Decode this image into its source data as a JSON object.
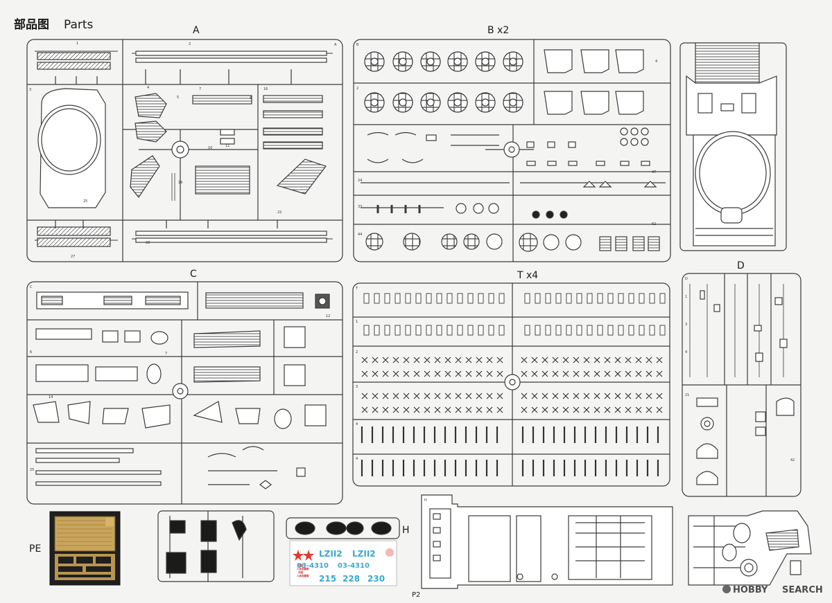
{
  "page": {
    "title_cn": "部品图",
    "title_en": "Parts",
    "page_number": "P2"
  },
  "sprues": [
    {
      "id": "A",
      "label": "A"
    },
    {
      "id": "B",
      "label": "B x2"
    },
    {
      "id": "C",
      "label": "C"
    },
    {
      "id": "T",
      "label": "T x4"
    },
    {
      "id": "D",
      "label": "D"
    },
    {
      "id": "PE",
      "label": "PE"
    },
    {
      "id": "H",
      "label": "H"
    }
  ],
  "decals": {
    "lines": [
      "LZII2",
      "LZII2",
      "03-4310",
      "03-4310"
    ],
    "small_text": [
      "中国",
      "人民志願軍",
      "中国",
      "人民志願軍"
    ],
    "numbers": [
      "215",
      "228",
      "230"
    ],
    "colors": {
      "star": "#e23a2e",
      "text": "#39a9cf",
      "background": "#ffffff"
    }
  },
  "watermark": {
    "brand": "HOBBY",
    "search": "SEARCH"
  },
  "colors": {
    "background": "#f4f4f2",
    "line": "#3a3a3a",
    "pe_fret": "#c9a45c"
  }
}
